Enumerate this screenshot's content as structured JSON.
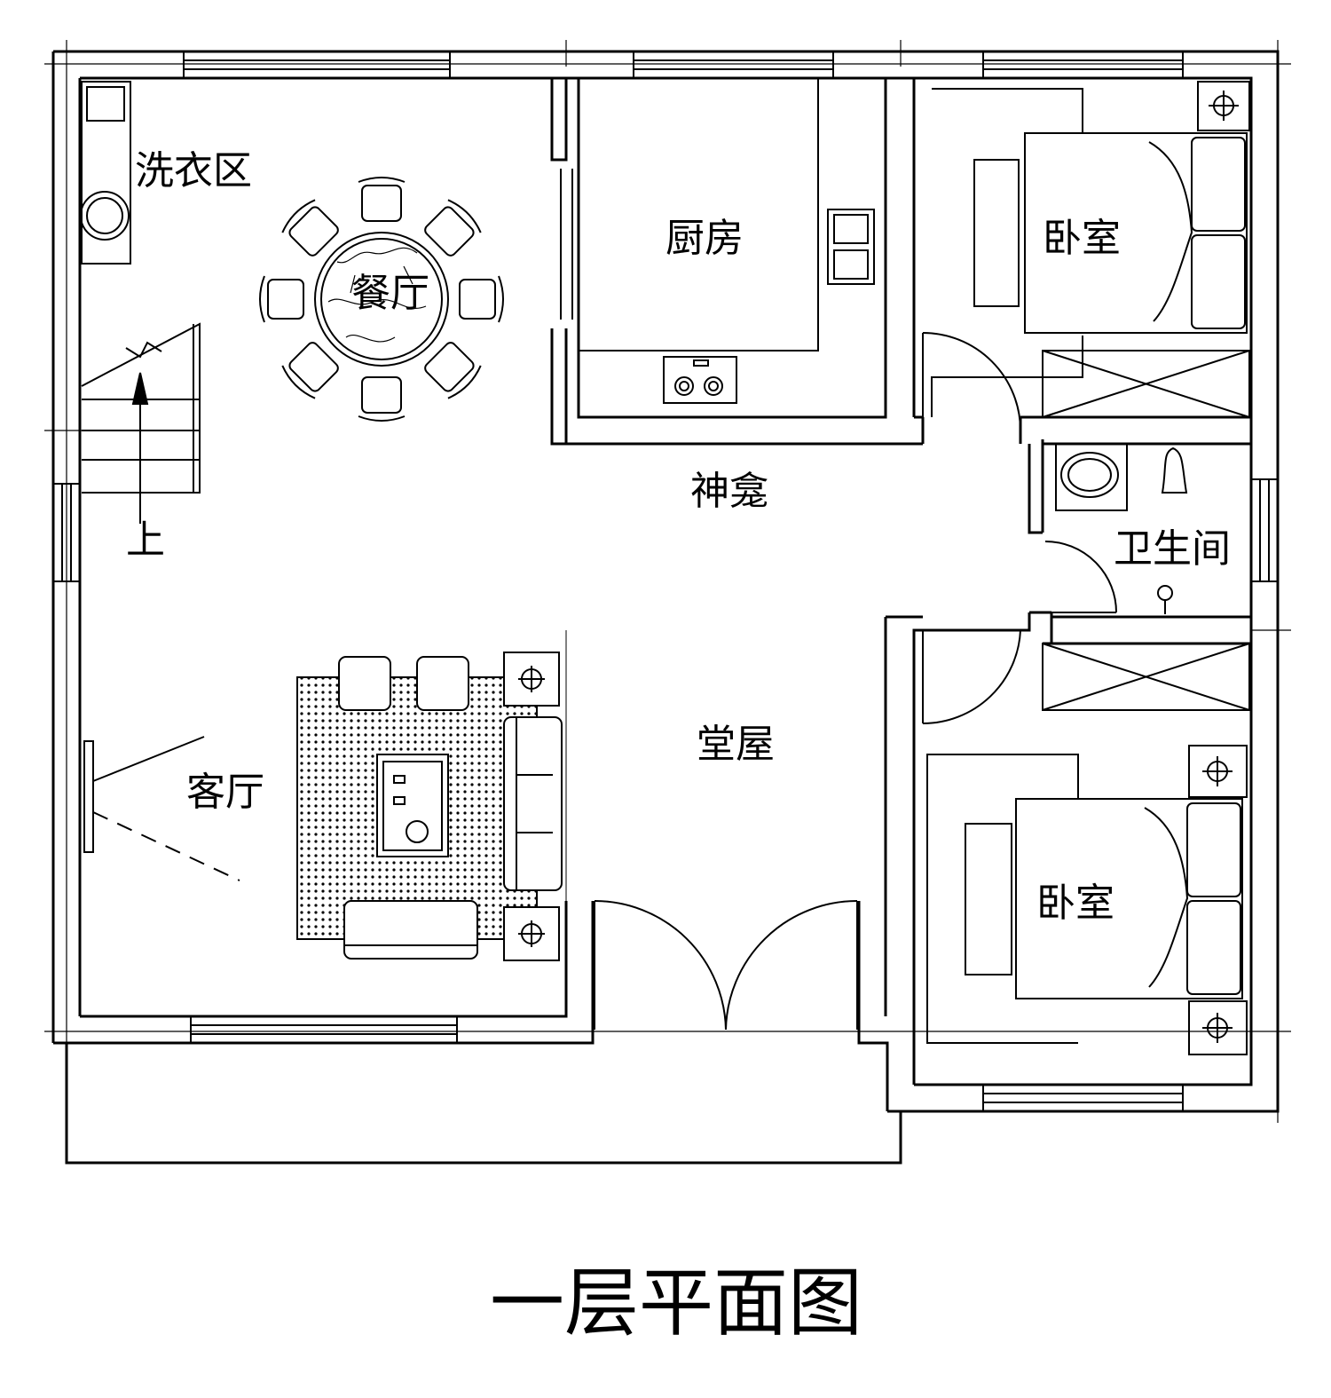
{
  "title": "一层平面图",
  "rooms": {
    "laundry": "洗衣区",
    "dining": "餐厅",
    "kitchen": "厨房",
    "bedroom_top": "卧室",
    "shrine": "神龛",
    "bathroom": "卫生间",
    "stairs_up": "上",
    "hall": "堂屋",
    "living": "客厅",
    "bedroom_bottom": "卧室"
  },
  "colors": {
    "line": "#000000",
    "background": "#ffffff"
  }
}
